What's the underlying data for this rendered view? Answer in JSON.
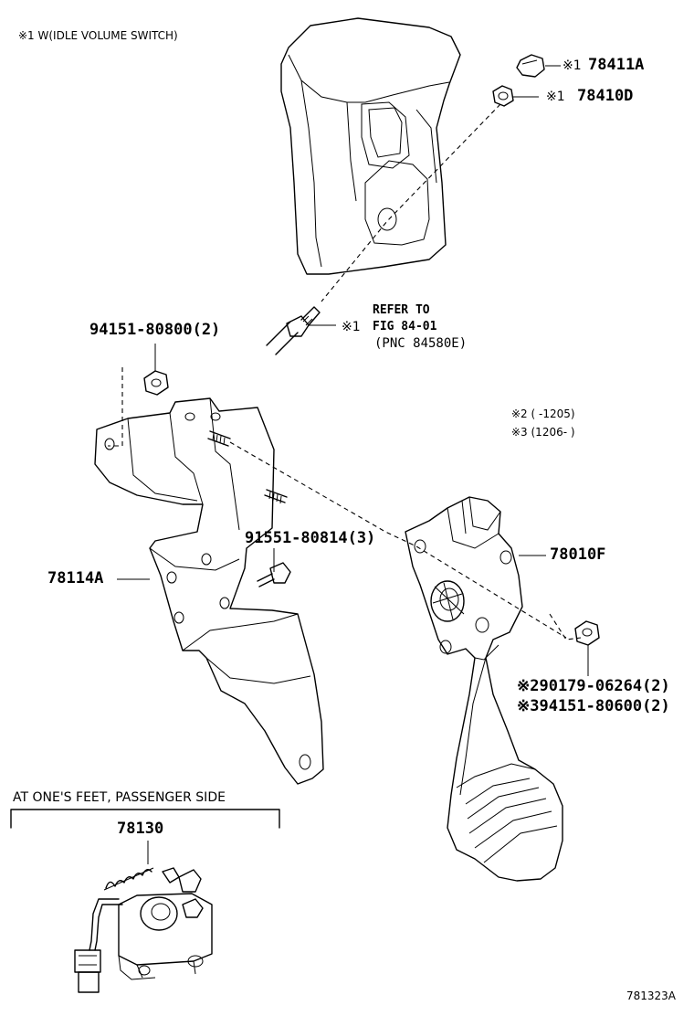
{
  "notes": {
    "note1": "※1 W(IDLE VOLUME SWITCH)",
    "note2": "※2 (    -1205)",
    "note3": "※3 (1206-    )"
  },
  "refer": {
    "line1": "REFER TO",
    "line2": "FIG 84-01",
    "line3": "(PNC 84580E)"
  },
  "parts": {
    "p78411A": {
      "mark": "※1",
      "number": "78411A"
    },
    "p78410D": {
      "mark": "※1",
      "number": "78410D"
    },
    "refer_mark": "※1",
    "p94151_80800": "94151-80800(2)",
    "p91551_80814": "91551-80814(3)",
    "p78114A": "78114A",
    "p78010F": "78010F",
    "p90179_06264": "※290179-06264(2)",
    "p94151_80600": "※394151-80600(2)",
    "p78130": "78130"
  },
  "inset_title": "AT ONE'S FEET, PASSENGER SIDE",
  "figure_code": "781323A"
}
